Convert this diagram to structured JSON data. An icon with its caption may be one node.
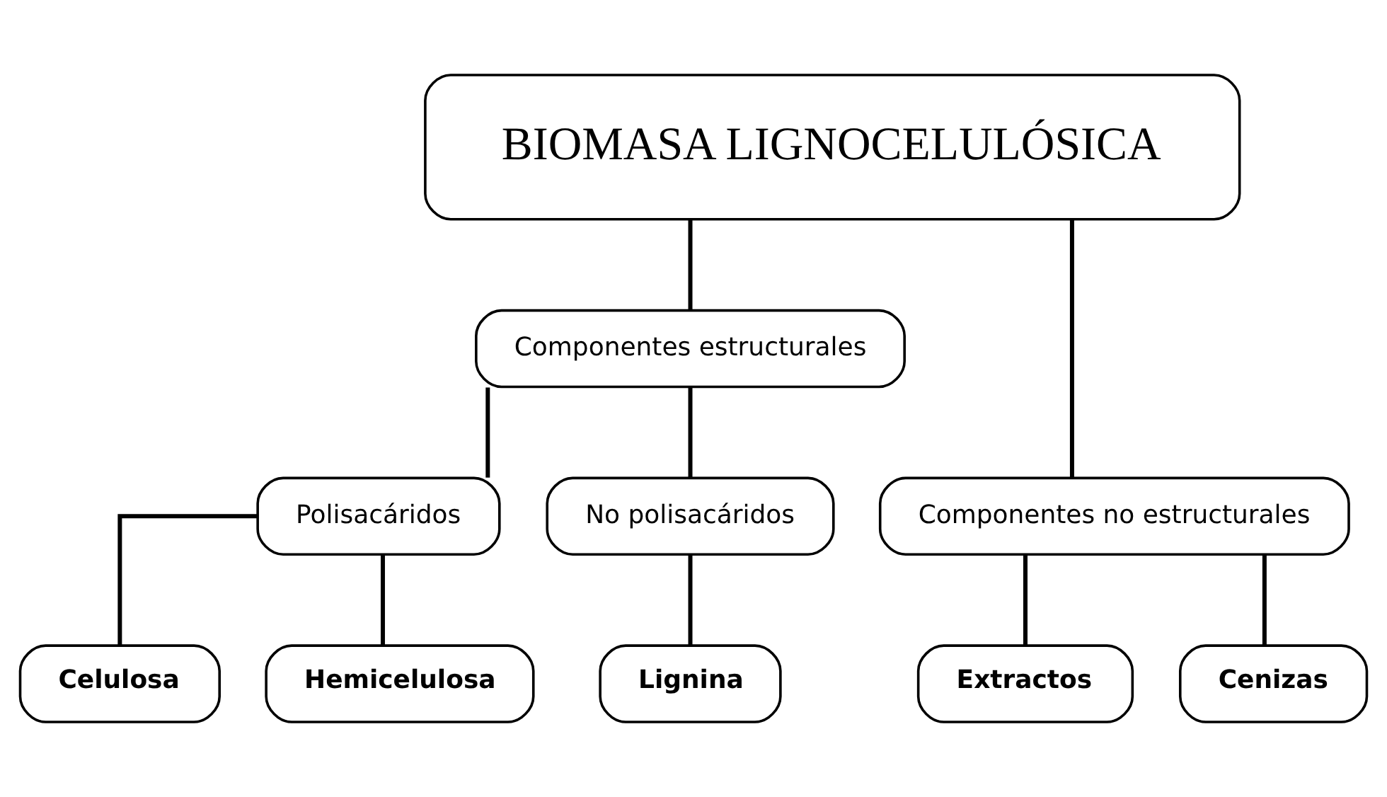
{
  "diagram": {
    "nodes": [
      {
        "text": [
          "BIOMASA LIGNOCELULÓSICA"
        ]
      },
      {
        "text": [
          "Componentes estructurales"
        ]
      },
      {
        "text": [
          "Componentes no estructurales"
        ]
      },
      {
        "text": [
          "Polisacáridos"
        ]
      },
      {
        "text": [
          "No polisacáridos"
        ]
      },
      {
        "text": [
          "Celulosa"
        ]
      },
      {
        "text": [
          "Hemicelulosa"
        ]
      },
      {
        "text": [
          "Lignina"
        ]
      },
      {
        "text": [
          "Extractos"
        ]
      },
      {
        "text": [
          "Cenizas"
        ]
      }
    ],
    "edges": [
      {
        "from": 0,
        "to": 1,
        "arrow": "none"
      },
      {
        "from": 0,
        "to": 2,
        "arrow": "none"
      },
      {
        "from": 1,
        "to": 3,
        "arrow": "none"
      },
      {
        "from": 1,
        "to": 4,
        "arrow": "none"
      },
      {
        "from": 3,
        "to": 5,
        "arrow": "none"
      },
      {
        "from": 3,
        "to": 6,
        "arrow": "none"
      },
      {
        "from": 4,
        "to": 7,
        "arrow": "none"
      },
      {
        "from": 2,
        "to": 8,
        "arrow": "none"
      },
      {
        "from": 2,
        "to": 9,
        "arrow": "none"
      }
    ]
  }
}
